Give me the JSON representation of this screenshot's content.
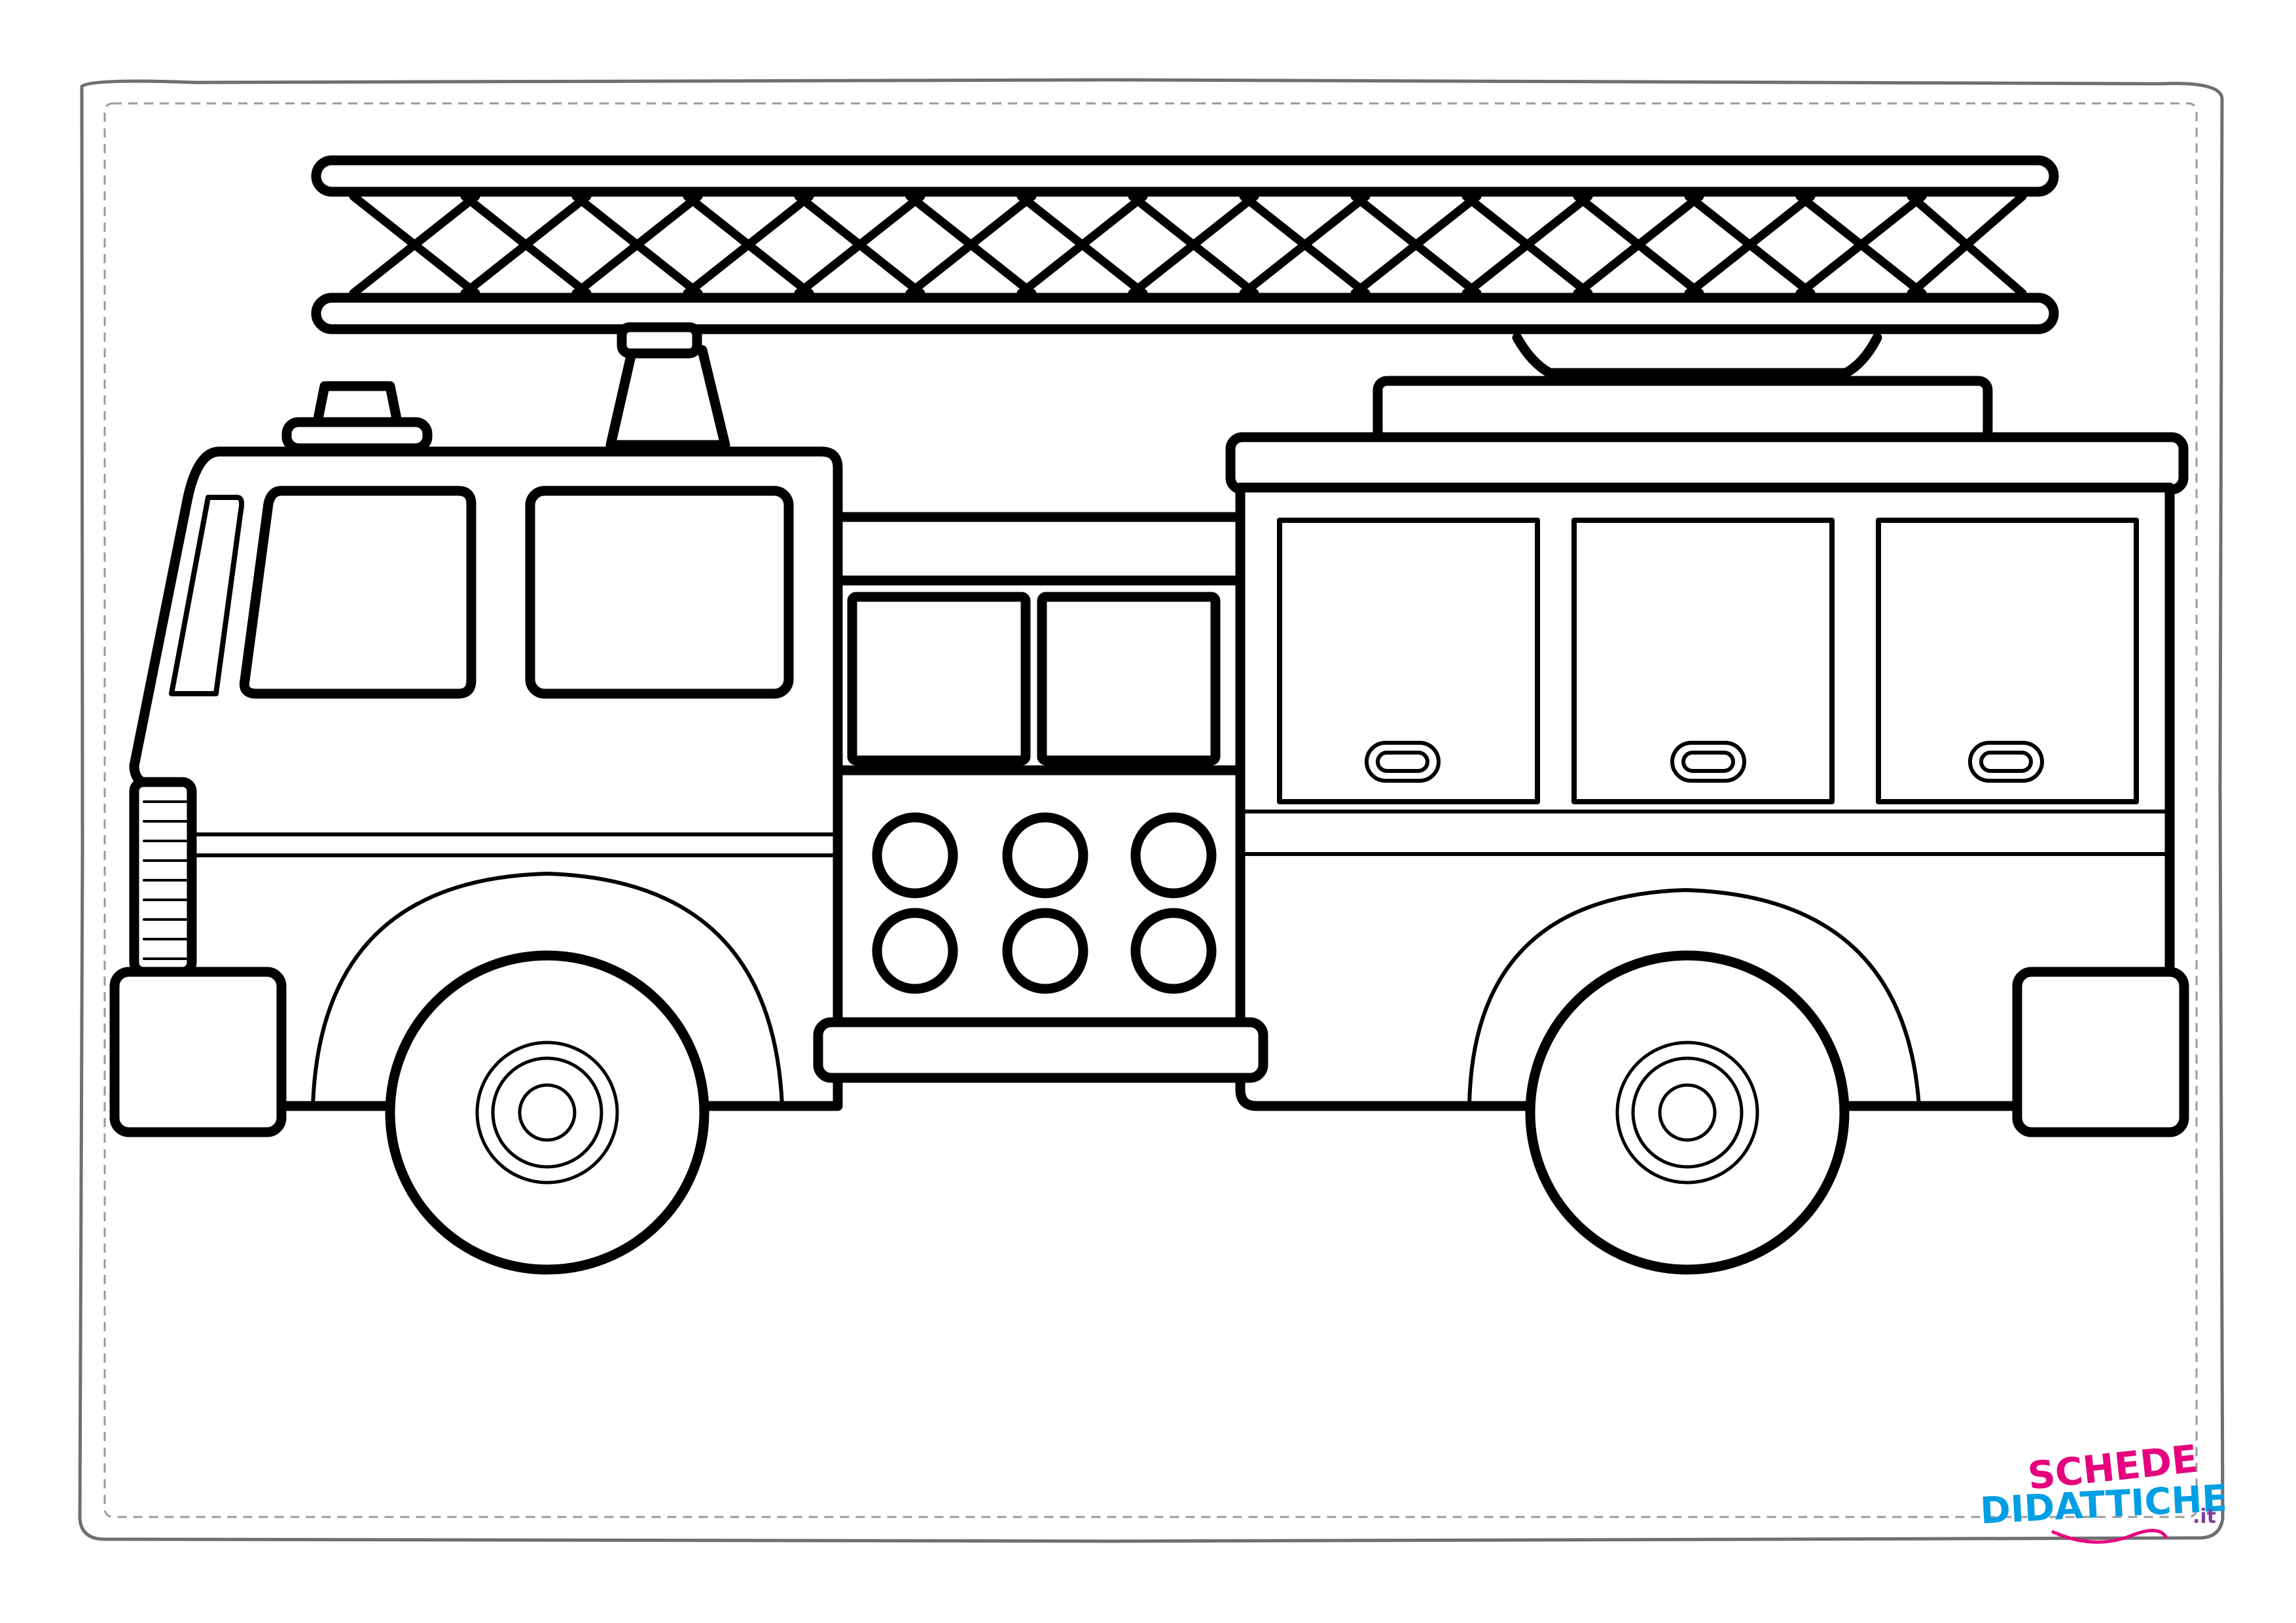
{
  "page": {
    "background": "#ffffff",
    "frame_color": "#6f6f6f",
    "line_color": "#000000"
  },
  "illustration": {
    "subject": "fire-truck-line-art",
    "style": "coloring-page"
  },
  "logo": {
    "line1": "SCHEDE",
    "line2": "DIDATTICHE",
    "suffix": ".it",
    "colors": [
      "#f39200",
      "#e6007e",
      "#009fe3",
      "#95c11f",
      "#ffcc00",
      "#e30613",
      "#7f3f98"
    ]
  }
}
